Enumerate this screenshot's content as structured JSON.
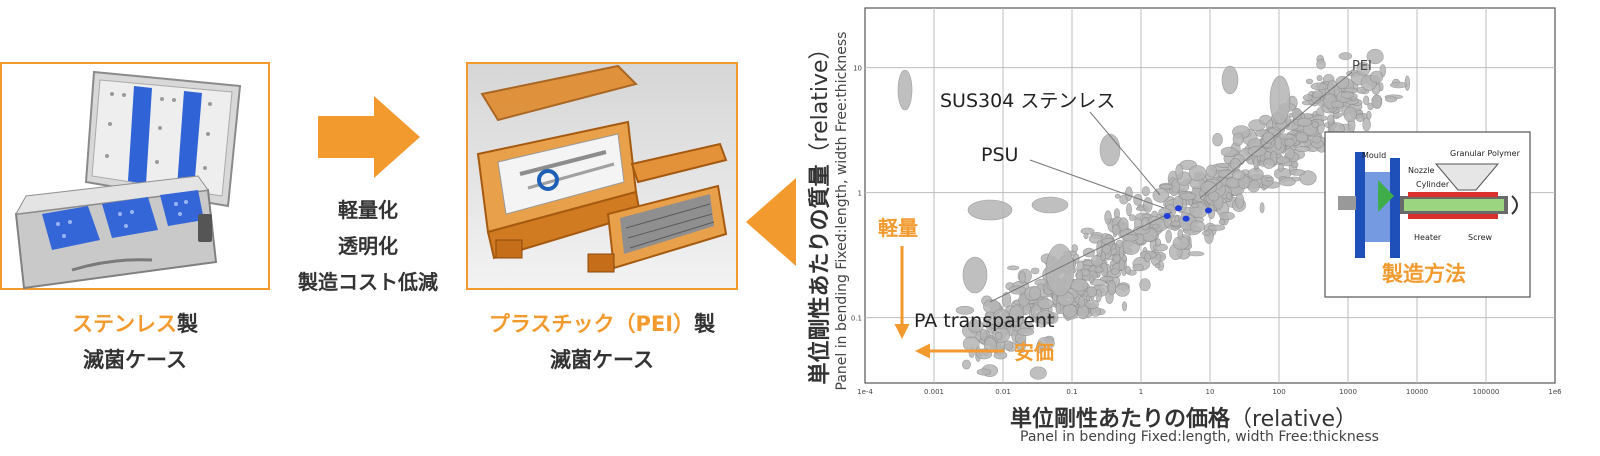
{
  "left_case": {
    "caption_accent": "ステンレス",
    "caption_suffix": "製",
    "caption_line2": "滅菌ケース"
  },
  "benefits": [
    "軽量化",
    "透明化",
    "製造コスト低減"
  ],
  "right_case": {
    "caption_accent": "プラスチック（PEI）",
    "caption_suffix": "製",
    "caption_line2": "滅菌ケース"
  },
  "colors": {
    "accent": "#f29a2e",
    "marker": "#1f3fd8",
    "bubble": "#b5b5b5"
  },
  "chart_data": {
    "type": "scatter",
    "scale": "log-log",
    "xlim": [
      0.0001,
      1000000
    ],
    "ylim": [
      0.03,
      30
    ],
    "x_ticks": [
      "1e-4",
      "0.001",
      "0.01",
      "0.1",
      "1",
      "10",
      "100",
      "1000",
      "10000",
      "100000",
      "1e6"
    ],
    "y_ticks": [
      "10",
      "1",
      "0.1"
    ],
    "grid": true,
    "xlabel_main": "単位剛性あたりの価格",
    "xlabel_rel": "（relative）",
    "xlabel_sub": "Panel in bending Fixed:length, width Free:thickness",
    "ylabel_main": "単位剛性あたりの質量",
    "ylabel_rel": "（relative）",
    "ylabel_sub": "Panel in bending Fixed:length, width Free:thickness",
    "annotations": {
      "sus304": "SUS304 ステンレス",
      "psu": "PSU",
      "pei": "PEI",
      "pa": "PA transparent"
    },
    "highlighted_points": [
      {
        "name": "SUS304 ステンレス",
        "x": 3.5,
        "y": 0.75
      },
      {
        "name": "PSU",
        "x": 2.4,
        "y": 0.65
      },
      {
        "name": "PEI",
        "x": 9.5,
        "y": 0.72
      },
      {
        "name": "PA transparent",
        "x": 4.5,
        "y": 0.62
      }
    ],
    "arrow_y_label": "軽量",
    "arrow_x_label": "安価",
    "inset": {
      "title": "製造方法",
      "labels": [
        "Mould",
        "Nozzle",
        "Cylinder",
        "Heater",
        "Screw",
        "Granular Polymer"
      ]
    }
  }
}
